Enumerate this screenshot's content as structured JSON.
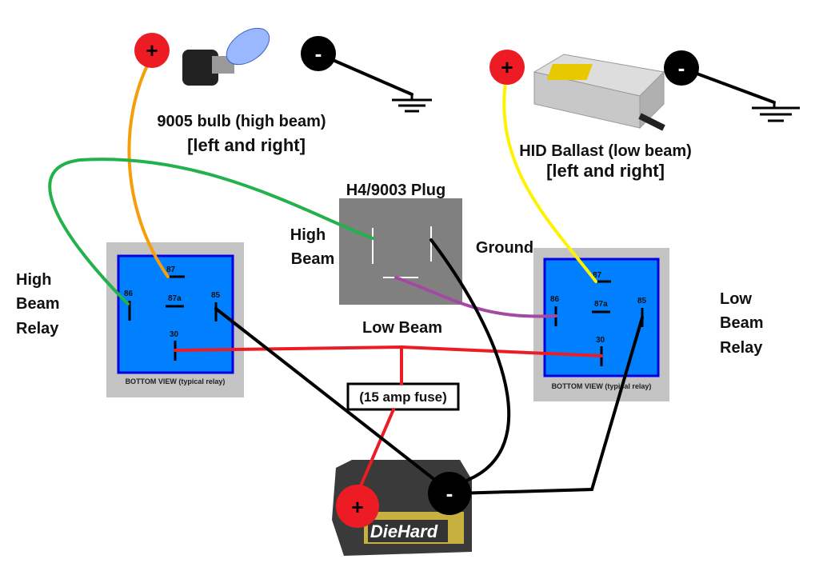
{
  "top_left": {
    "bulb_label": "9005 bulb (high beam)",
    "bulb_sub": "[left and right]",
    "plus": "+",
    "minus": "-"
  },
  "top_right": {
    "ballast_label": "HID Ballast (low beam)",
    "ballast_sub": "[left and right]",
    "plus": "+",
    "minus": "-"
  },
  "plug": {
    "title": "H4/9003 Plug",
    "high_1": "High",
    "high_2": "Beam",
    "ground": "Ground",
    "low": "Low Beam"
  },
  "left_relay": {
    "name": [
      "High",
      "Beam",
      "Relay"
    ],
    "pins": {
      "p87": "87",
      "p86": "86",
      "p87a": "87a",
      "p85": "85",
      "p30": "30"
    },
    "caption": "BOTTOM VIEW (typical relay)"
  },
  "right_relay": {
    "name": [
      "Low",
      "Beam",
      "Relay"
    ],
    "pins": {
      "p87": "87",
      "p86": "86",
      "p87a": "87a",
      "p85": "85",
      "p30": "30"
    },
    "caption": "BOTTOM VIEW (typical relay)"
  },
  "fuse": {
    "label": "(15 amp fuse)"
  },
  "battery": {
    "brand": "DieHard",
    "plus": "+",
    "minus": "-"
  },
  "colors": {
    "relay_blue": "#0080ff",
    "relay_border": "#0000e0",
    "relay_gray": "#c3c3c3",
    "plug_gray": "#808080",
    "wire_red": "#ed1c24",
    "wire_green": "#22b14c",
    "wire_orange": "#f59e0b",
    "wire_yellow": "#fff200",
    "wire_purple": "#a349a4",
    "wire_black": "#000000"
  }
}
